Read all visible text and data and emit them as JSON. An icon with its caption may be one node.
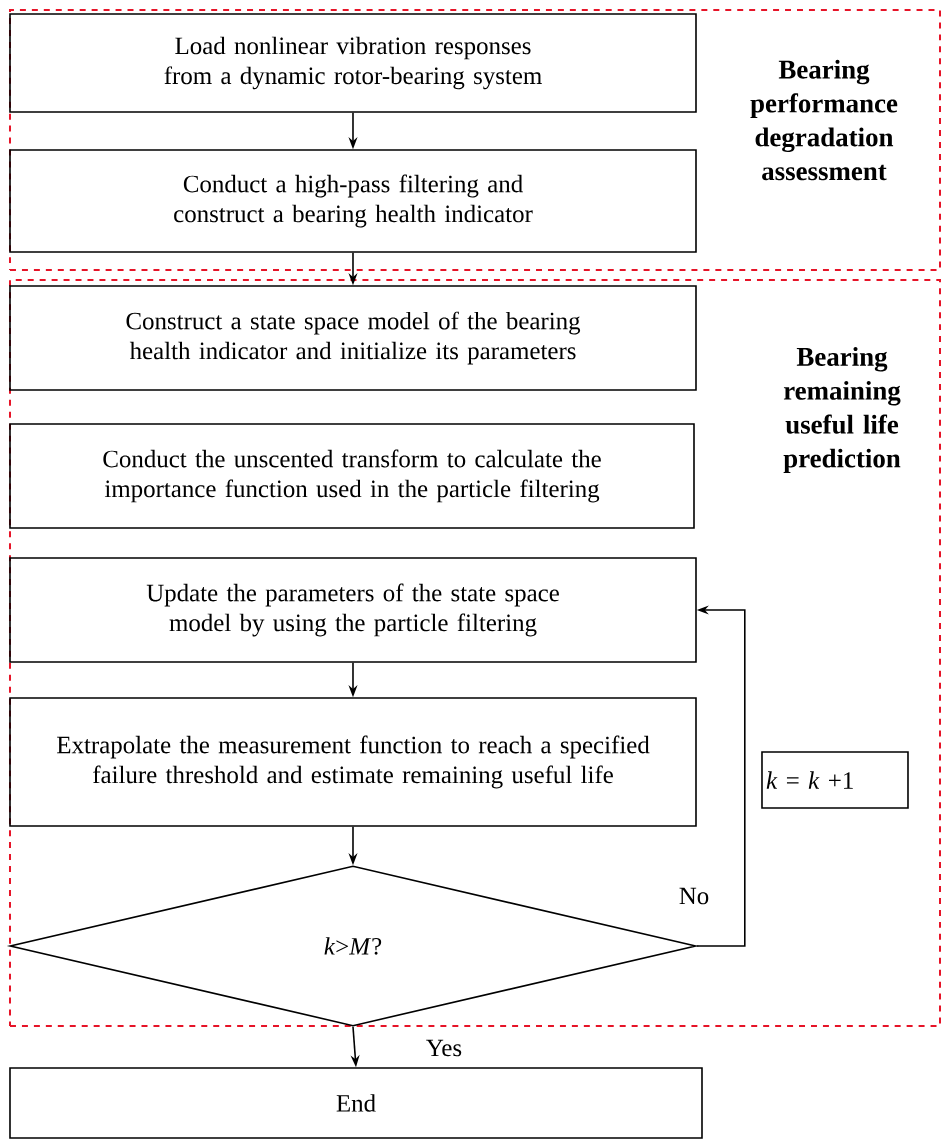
{
  "diagram": {
    "nodes": [
      {
        "text": [
          "Bearing performance degradation assessment"
        ]
      },
      {
        "text": [
          "Load nonlinear vibration responses from a dynamic rotor-bearing system"
        ],
        "in": 0
      },
      {
        "text": [
          "Conduct a high-pass filtering and construct a bearing health indicator"
        ],
        "in": 0
      },
      {
        "text": [
          "Bearing remaining useful life prediction"
        ]
      },
      {
        "text": [
          "Construct a state space model of the bearing health indicator and initialize its parameters"
        ],
        "in": 3
      },
      {
        "text": [
          "Conduct the unscented transform to calculate the importance function used in the particle filtering"
        ],
        "in": 3
      },
      {
        "text": [
          "Update the parameters of the state space model by using the particle filtering"
        ],
        "in": 3
      },
      {
        "text": [
          "Extrapolate the measurement function to reach a specified failure threshold and estimate remaining useful life"
        ],
        "in": 3
      },
      {
        "text": [
          "*k*>*M*?"
        ],
        "in": 3
      },
      {
        "text": [
          "*k* = *k* +1"
        ],
        "in": 3
      },
      {
        "text": [
          "End"
        ]
      }
    ],
    "edges": [
      {
        "from": 1,
        "to": 2,
        "arrow": "to"
      },
      {
        "from": 2,
        "to": 4,
        "arrow": "to"
      },
      {
        "from": 6,
        "to": 7,
        "arrow": "to"
      },
      {
        "from": 7,
        "to": 8,
        "arrow": "to"
      },
      {
        "from": 8,
        "to": 6,
        "arrow": "to",
        "label": "No"
      },
      {
        "from": 8,
        "to": 10,
        "arrow": "to",
        "label": "Yes"
      }
    ]
  }
}
